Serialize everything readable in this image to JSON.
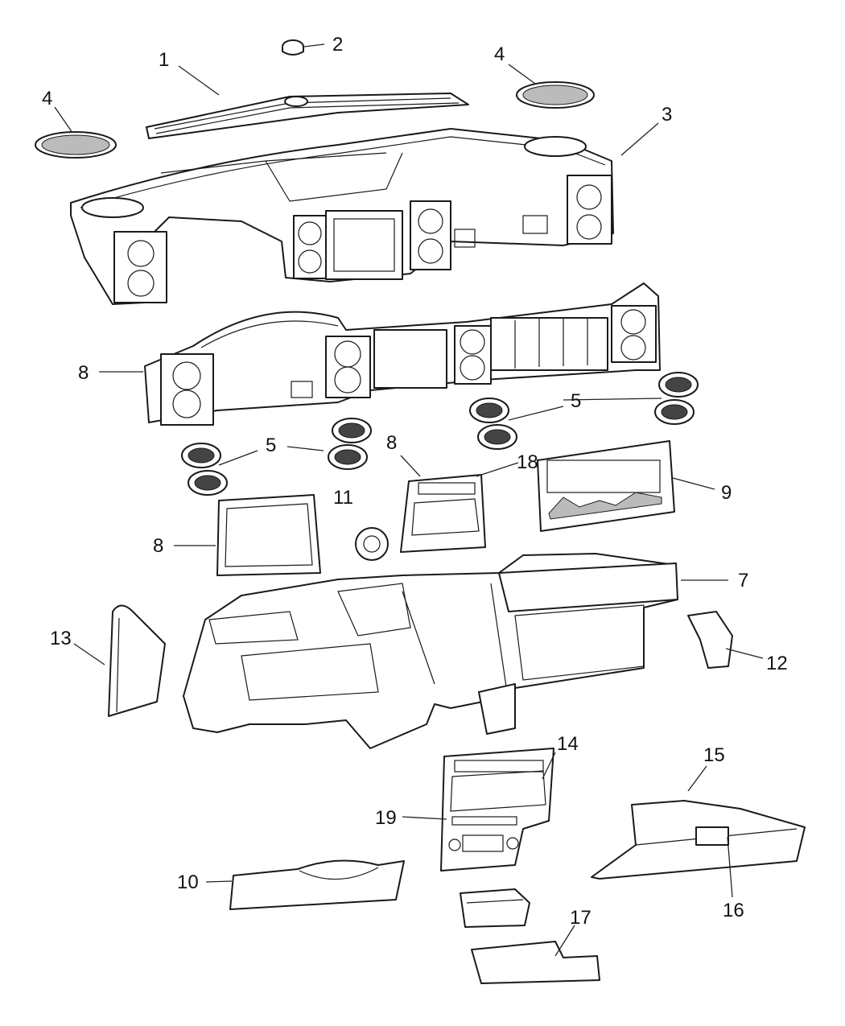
{
  "callouts": [
    {
      "id": "c1",
      "label": "1"
    },
    {
      "id": "c2",
      "label": "2"
    },
    {
      "id": "c3",
      "label": "3"
    },
    {
      "id": "c4a",
      "label": "4"
    },
    {
      "id": "c4b",
      "label": "4"
    },
    {
      "id": "c5a",
      "label": "5"
    },
    {
      "id": "c5b",
      "label": "5"
    },
    {
      "id": "c7",
      "label": "7"
    },
    {
      "id": "c8a",
      "label": "8"
    },
    {
      "id": "c8b",
      "label": "8"
    },
    {
      "id": "c8c",
      "label": "8"
    },
    {
      "id": "c9",
      "label": "9"
    },
    {
      "id": "c10",
      "label": "10"
    },
    {
      "id": "c11",
      "label": "11"
    },
    {
      "id": "c12",
      "label": "12"
    },
    {
      "id": "c13",
      "label": "13"
    },
    {
      "id": "c14",
      "label": "14"
    },
    {
      "id": "c15",
      "label": "15"
    },
    {
      "id": "c16",
      "label": "16"
    },
    {
      "id": "c17",
      "label": "17"
    },
    {
      "id": "c18",
      "label": "18"
    },
    {
      "id": "c19",
      "label": "19"
    }
  ]
}
